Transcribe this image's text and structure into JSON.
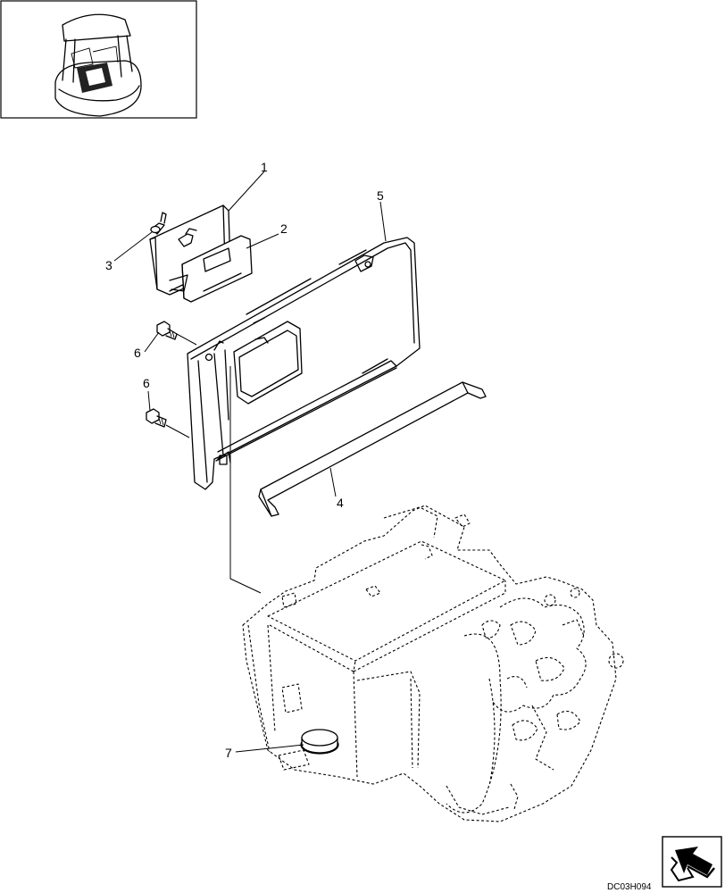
{
  "callouts": {
    "c1": "1",
    "c2": "2",
    "c3": "3",
    "c4": "4",
    "c5": "5",
    "c6a": "6",
    "c6b": "6",
    "c7": "7"
  },
  "reference_code": "DC03H094",
  "icons": {
    "thumbnail": "machine-cab-thumbnail",
    "navigation": "next-page-arrow-icon"
  }
}
